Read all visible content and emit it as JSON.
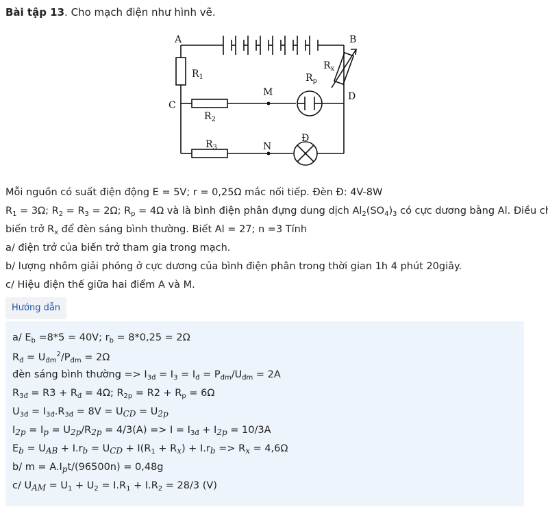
{
  "exercise": {
    "title_bold": "Bài tập 13",
    "title_rest": ". Cho mạch điện như hình vẽ."
  },
  "circuit": {
    "labels": {
      "A": "A",
      "B": "B",
      "C": "C",
      "D": "D",
      "M": "M",
      "N": "N",
      "R1": "R",
      "R1_sub": "1",
      "R2": "R",
      "R2_sub": "2",
      "R3": "R",
      "R3_sub": "3",
      "Rp": "R",
      "Rp_sub": "p",
      "Rx": "R",
      "Rx_sub": "x",
      "lamp": "Đ"
    }
  },
  "problem": {
    "line1": "Mỗi nguồn có suất điện động E = 5V; r = 0,25Ω mắc nối tiếp. Đèn Đ: 4V-8W",
    "line2": {
      "a": "R",
      "a_sub": "1",
      "b": " = 3Ω; R",
      "b_sub": "2",
      "c": " = R",
      "c_sub": "3",
      "d": " = 2Ω; R",
      "d_sub": "p",
      "e": " = 4Ω và là bình điện phân đựng dung dịch Al",
      "e_sub": "2",
      "f": "(SO",
      "f_sub": "4",
      "g": ")",
      "g_sub": "3",
      "h": " có cực dương bằng Al. Điều chỉnh"
    },
    "line3": {
      "a": "biến trở R",
      "a_sub": "x",
      "b": " để đèn sáng bình thường. Biết Al = 27; n =3 Tính"
    },
    "line4": "a/ điện trở của biến trở tham gia trong mạch.",
    "line5": "b/ lượng nhôm giải phóng ở cực dương của bình điện phân trong thời gian 1h 4 phút 20giây.",
    "line6": "c/ Hiệu điện thế giữa hai điểm A và M."
  },
  "guide_button": "Hướng dẫn",
  "solution": {
    "l1": {
      "a": "a/ E",
      "a_sub": "b",
      "b": " =8*5 = 40V; r",
      "b_sub": "b",
      "c": " = 8*0,25 = 2Ω"
    },
    "l2": {
      "a": "R",
      "a_sub": "đ",
      "b": " = U",
      "b_sub": "đm",
      "b_sup": "2",
      "c": "/P",
      "c_sub": "đm",
      "d": " = 2Ω"
    },
    "l3": {
      "a": "đèn sáng bình thường => I",
      "a_sub": "3đ",
      "b": " = I",
      "b_sub": "3",
      "c": " = I",
      "c_sub": "đ",
      "d": " = P",
      "d_sub": "đm",
      "e": "/U",
      "e_sub": "đm",
      "f": " = 2A"
    },
    "l4": {
      "a": "R",
      "a_sub": "3đ",
      "b": " = R3 + R",
      "b_sub": "đ",
      "c": " = 4Ω; R",
      "c_sub": "2p",
      "d": " = R2 + R",
      "d_sub": "p",
      "e": " = 6Ω"
    },
    "l5": {
      "a": "U",
      "a_sub": "3đ",
      "b": " = I",
      "b_sub": "3đ",
      "c": ".R",
      "c_sub": "3đ",
      "d": " = 8V = U",
      "d_sub": "CD",
      "e": " = U",
      "e_sub": "2p"
    },
    "l6": {
      "a": "I",
      "a_sub": "2p",
      "b": " = I",
      "b_sub": "p",
      "c": " = U",
      "c_sub": "2p",
      "d": "/R",
      "d_sub": "2p",
      "e": " = 4/3(A) => I = I",
      "e_sub": "3đ",
      "f": " + I",
      "f_sub": "2p",
      "g": " = 10/3A"
    },
    "l7": {
      "a": "E",
      "a_sub": "b",
      "b": " = U",
      "b_sub": "AB",
      "c": " + I.r",
      "c_sub": "b",
      "d": " = U",
      "d_sub": "CD",
      "e": " + I(R",
      "e_sub": "1",
      "f": " + R",
      "f_sub": "x",
      "g": ") + I.r",
      "g_sub": "b",
      "h": " => R",
      "h_sub": "x",
      "i": " = 4,6Ω"
    },
    "l8": {
      "a": "b/ m = A.I",
      "a_sub": "p",
      "b": "t/(96500n) = 0,48g"
    },
    "l9": {
      "a": "c/ U",
      "a_sub": "AM",
      "b": " = U",
      "b_sub": "1",
      "c": " + U",
      "c_sub": "2",
      "d": " = I.R",
      "d_sub": "1",
      "e": " + I.R",
      "e_sub": "2",
      "f": " = 28/3 (V)"
    }
  }
}
